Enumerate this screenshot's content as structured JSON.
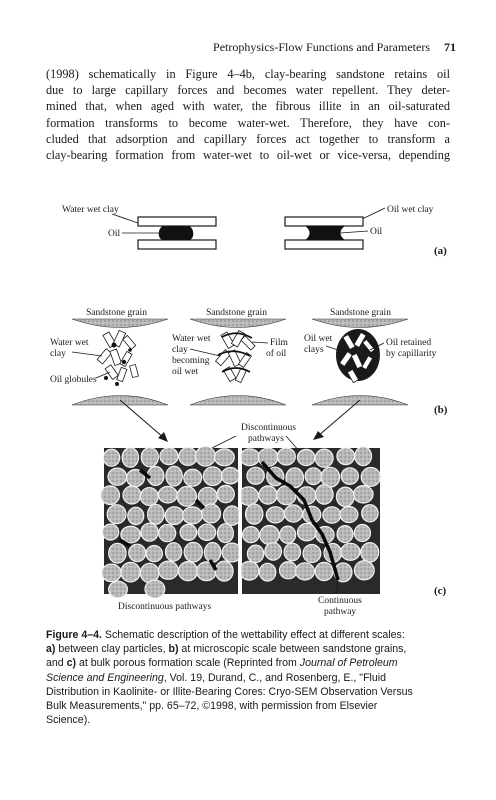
{
  "header": {
    "running_title": "Petrophysics-Flow Functions and Parameters",
    "page_number": "71"
  },
  "body_lines": [
    "(1998) schematically in Figure 4–4b, clay-bearing sandstone retains oil",
    "due to large capillary forces and becomes water repellent. They deter-",
    "mined that, when aged with water, the fibrous illite in an oil-saturated",
    "formation transforms to become water-wet. Therefore, they have con-",
    "cluded that adsorption and capillary forces act together to transform a",
    "clay-bearing formation from water-wet to oil-wet or vice-versa, depending"
  ],
  "figure": {
    "panel_a": {
      "label": "(a)",
      "left_title": "Water wet clay",
      "left_oil": "Oil",
      "right_title": "Oil wet clay",
      "right_oil": "Oil"
    },
    "panel_b": {
      "label": "(b)",
      "grain_1": "Sandstone grain",
      "grain_2": "Sandstone grain",
      "grain_3": "Sandstone grain",
      "left_clay_1": "Water wet",
      "left_clay_2": "clay",
      "left_oil": "Oil globules",
      "mid_clay_1": "Water wet",
      "mid_clay_2": "clay",
      "mid_clay_3": "becoming",
      "mid_clay_4": "oil wet",
      "film_1": "Film",
      "film_2": "of oil",
      "right_clay_1": "Oil wet",
      "right_clay_2": "clays",
      "retained_1": "Oil retained",
      "retained_2": "by capillarity"
    },
    "panel_c": {
      "label": "(c)",
      "top_1": "Discontinuous",
      "top_2": "pathways",
      "bottom_left": "Discontinuous pathways",
      "bottom_right_1": "Continuous",
      "bottom_right_2": "pathway"
    }
  },
  "caption": {
    "figure_label": "Figure 4–4.",
    "line_1": " Schematic description of the wettability effect at different scales:",
    "a_letter": "a)",
    "line_2a": " between clay particles, ",
    "b_letter": "b)",
    "line_2b": " at microscopic scale between sandstone grains,",
    "and_text": "and ",
    "c_letter": "c)",
    "line_3": " at bulk porous formation scale (Reprinted from ",
    "journal_1": "Journal of Petroleum",
    "journal_2": "Science and Engineering",
    "line_4": ", Vol. 19, Durand, C., and Rosenberg, E., \"Fluid",
    "line_5": "Distribution in Kaolinite- or Illite-Bearing Cores: Cryo-SEM Observation Versus",
    "line_6": "Bulk Measurements,\" pp. 65–72, ©1998, with permission from Elsevier",
    "line_7": "Science)."
  }
}
